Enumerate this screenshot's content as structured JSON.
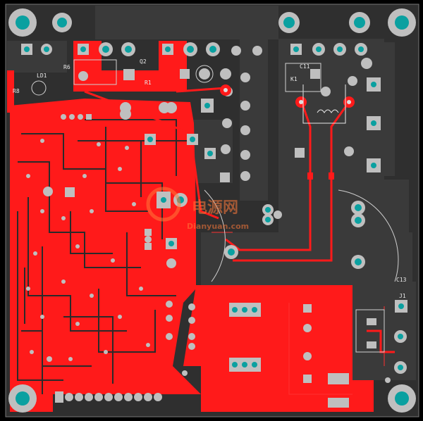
{
  "colors": {
    "background": "#000000",
    "board": "#2f2f2f",
    "top_copper": "#ff1a1a",
    "bottom_copper": "#3a3a3a",
    "pad": "#bfbfbf",
    "drill": "#0aa0a0",
    "silkscreen": "#e8e8e8",
    "watermark": "#ff7a3a"
  },
  "silkscreen": {
    "q2": "Q2",
    "r1": "R1",
    "r6": "R6",
    "r8": "R8",
    "ld1": "LD1",
    "c11": "C11",
    "k1": "K1",
    "c13": "C13",
    "j1": "J1"
  },
  "watermark": {
    "chinese": "电源网",
    "latin": "Dianyuan.com"
  }
}
